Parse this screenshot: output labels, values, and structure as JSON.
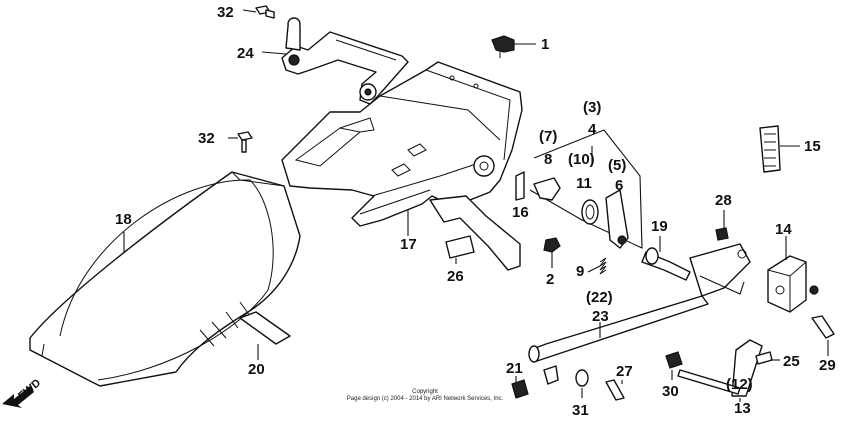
{
  "diagram": {
    "copyright_line1": "Copyright",
    "copyright_line2": "Page design (c) 2004 - 2014 by ARI Network Services, Inc.",
    "direction_label": "FWD",
    "callouts": [
      {
        "id": "c1",
        "text": "1"
      },
      {
        "id": "c2",
        "text": "2"
      },
      {
        "id": "c3",
        "text": "(3)"
      },
      {
        "id": "c4",
        "text": "4"
      },
      {
        "id": "c5",
        "text": "(5)"
      },
      {
        "id": "c6",
        "text": "6"
      },
      {
        "id": "c7",
        "text": "(7)"
      },
      {
        "id": "c8",
        "text": "8"
      },
      {
        "id": "c9",
        "text": "9"
      },
      {
        "id": "c10",
        "text": "(10)"
      },
      {
        "id": "c11",
        "text": "11"
      },
      {
        "id": "c12",
        "text": "(12)"
      },
      {
        "id": "c13",
        "text": "13"
      },
      {
        "id": "c14",
        "text": "14"
      },
      {
        "id": "c15",
        "text": "15"
      },
      {
        "id": "c16",
        "text": "16"
      },
      {
        "id": "c17",
        "text": "17"
      },
      {
        "id": "c18",
        "text": "18"
      },
      {
        "id": "c19",
        "text": "19"
      },
      {
        "id": "c20",
        "text": "20"
      },
      {
        "id": "c21",
        "text": "21"
      },
      {
        "id": "c22",
        "text": "(22)"
      },
      {
        "id": "c23",
        "text": "23"
      },
      {
        "id": "c24",
        "text": "24"
      },
      {
        "id": "c25",
        "text": "25"
      },
      {
        "id": "c26",
        "text": "26"
      },
      {
        "id": "c27",
        "text": "27"
      },
      {
        "id": "c28",
        "text": "28"
      },
      {
        "id": "c29",
        "text": "29"
      },
      {
        "id": "c30",
        "text": "30"
      },
      {
        "id": "c31",
        "text": "31"
      },
      {
        "id": "c32a",
        "text": "32"
      },
      {
        "id": "c32b",
        "text": "32"
      }
    ]
  }
}
